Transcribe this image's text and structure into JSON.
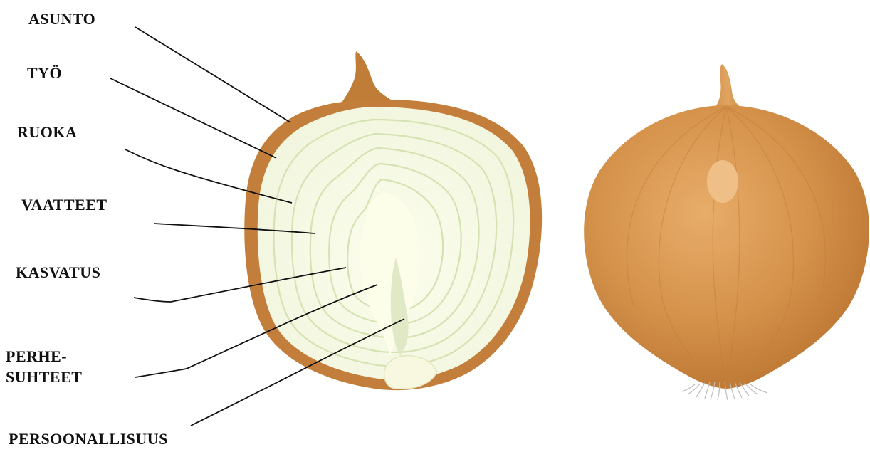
{
  "labels": {
    "asunto": "ASUNTO",
    "tyo": "TYÖ",
    "ruoka": "RUOKA",
    "vaatteet": "VAATTEET",
    "kasvatus": "KASVATUS",
    "perhe_line1": "PERHE-",
    "perhe_line2": "SUHTEET",
    "persoonallisuus": "PERSOONALLISUUS"
  },
  "colors": {
    "skin": "#d4914a",
    "skin_dark": "#b87431",
    "flesh": "#f3f7df",
    "flesh_ring": "#dfe9c4",
    "core": "#fbfde8",
    "leader_line": "#111111"
  }
}
